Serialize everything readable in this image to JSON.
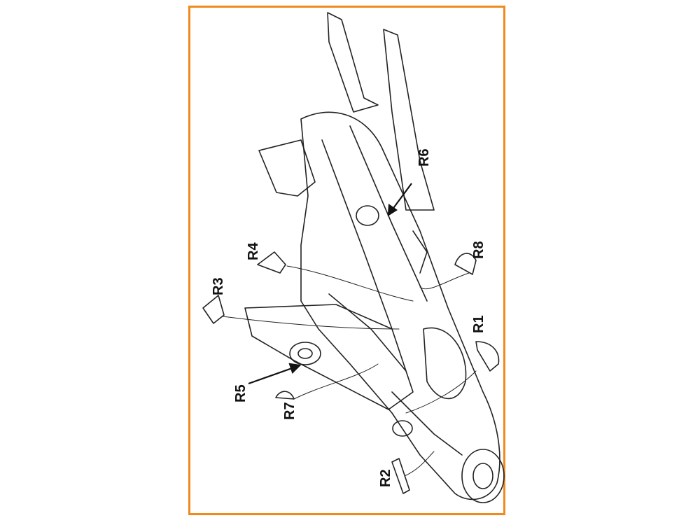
{
  "frame_color": "#f08a1c",
  "parts": [
    {
      "id": "R1",
      "label": "R1"
    },
    {
      "id": "R2",
      "label": "R2"
    },
    {
      "id": "R3",
      "label": "R3"
    },
    {
      "id": "R4",
      "label": "R4"
    },
    {
      "id": "R5",
      "label": "R5"
    },
    {
      "id": "R6",
      "label": "R6"
    },
    {
      "id": "R7",
      "label": "R7"
    },
    {
      "id": "R8",
      "label": "R8"
    }
  ]
}
